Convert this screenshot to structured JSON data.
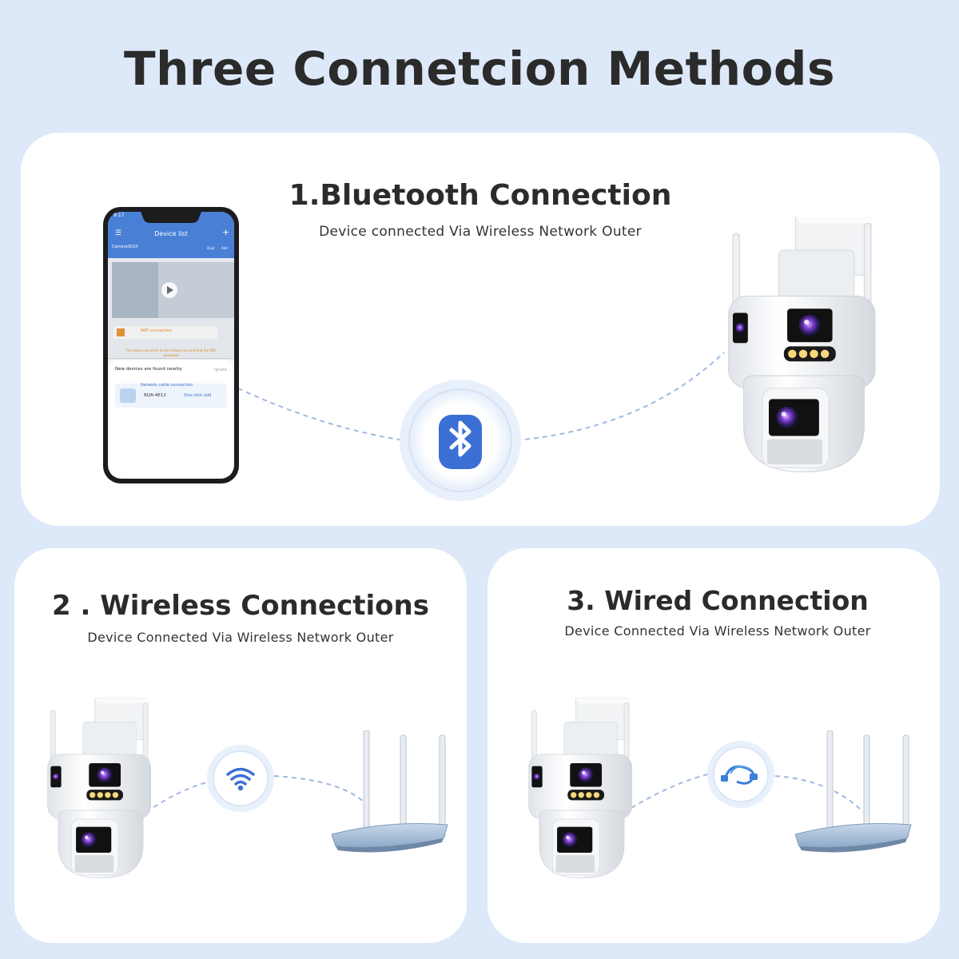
{
  "page": {
    "title": "Three Connetcion Methods"
  },
  "bluetooth": {
    "title": "1.Bluetooth Connection",
    "subtitle": "Device connected Via Wireless Network Outer",
    "icon": "bluetooth-icon",
    "phone": {
      "time": "9:17",
      "header": "Device list",
      "device_name": "Camera302X",
      "dual_label": "Dual",
      "add_label": "Add",
      "wifi_option": "WiFi connection",
      "wifi_desc": "The device connects to the network by entering the WiFi password",
      "cable_option": "Network cable connection",
      "popup_title": "New devices are found nearby",
      "popup_ignore": "ignore",
      "device_id": "BQA-4E12",
      "one_click": "One-click add"
    }
  },
  "wireless": {
    "title": "2 . Wireless Connections",
    "subtitle": "Device Connected Via Wireless Network Outer",
    "icon": "wifi-icon"
  },
  "wired": {
    "title": "3. Wired Connection",
    "subtitle": "Device Connected Via Wireless Network Outer",
    "icon": "ethernet-cable-icon"
  },
  "colors": {
    "background": "#dde9f8",
    "bluetooth_blue": "#3b6fd4",
    "dashed_line": "#9fb9e0",
    "title_text": "#2b2b2b"
  }
}
